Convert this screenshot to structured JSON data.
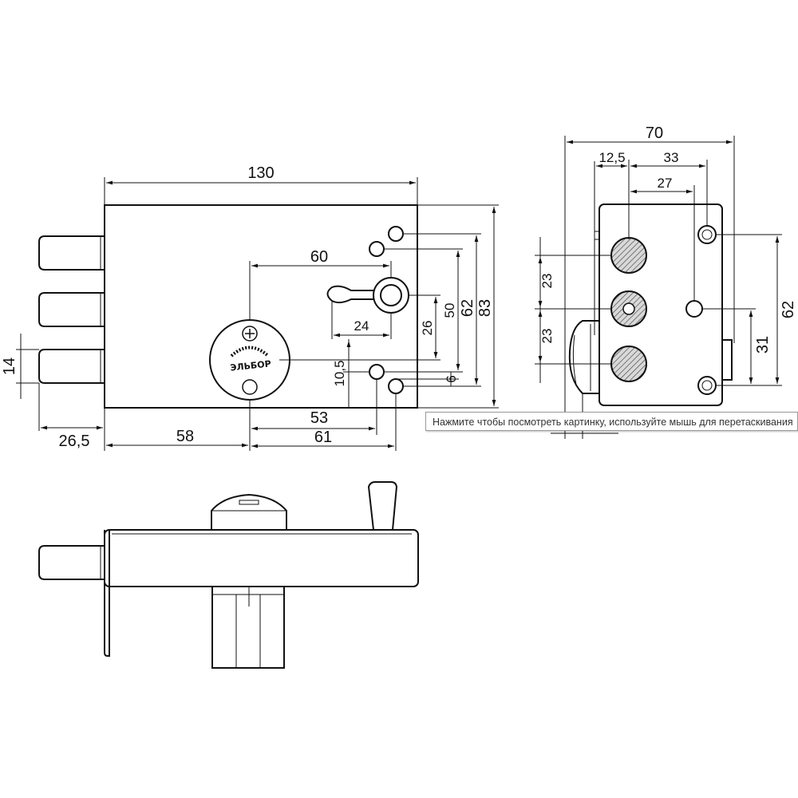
{
  "front_view": {
    "dims": {
      "overall_width": "130",
      "cam_distance": "60",
      "cam_span": "24",
      "handle_height": "26",
      "height_50": "50",
      "height_62": "62",
      "height_83": "83",
      "offset_10_5": "10,5",
      "offset_6": "6",
      "bolt_width": "14",
      "backset_26_5": "26,5",
      "backset_58": "58",
      "hole_53": "53",
      "hole_61": "61"
    },
    "logo_text": "ЭЛЬБОР"
  },
  "side_view": {
    "dims": {
      "depth_70": "70",
      "offset_12_5": "12,5",
      "span_33": "33",
      "span_27": "27",
      "pitch_top": "23",
      "pitch_bottom": "23",
      "height_62": "62",
      "height_31": "31"
    }
  },
  "tooltip": {
    "text": "Нажмите чтобы посмотреть картинку, используйте мышь для перетаскивания"
  },
  "colors": {
    "line": "#111111",
    "tooltip_border": "#9a9a9a"
  }
}
